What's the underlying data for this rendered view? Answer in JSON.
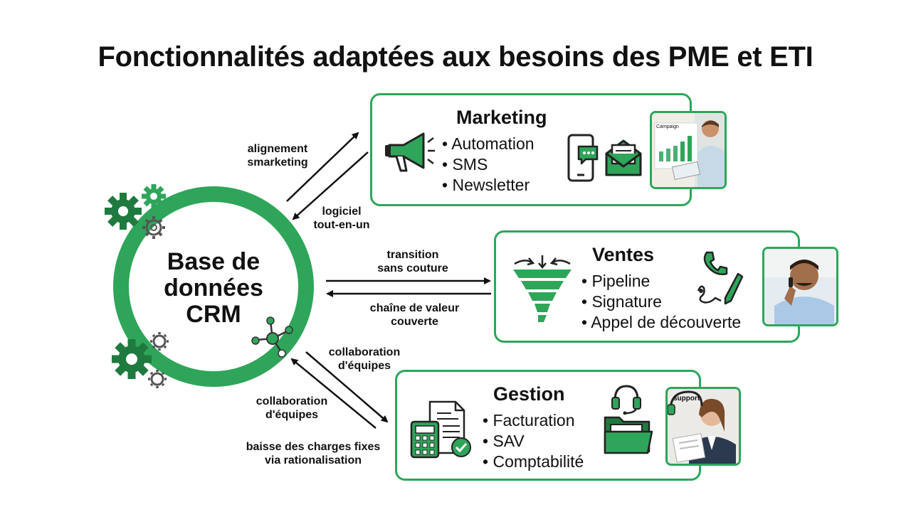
{
  "title": "Fonctionnalités adaptées aux besoins des PME et ETI",
  "crm": {
    "line1": "Base de",
    "line2": "données",
    "line3": "CRM"
  },
  "links": {
    "marketing_top": [
      "alignement",
      "smarketing"
    ],
    "marketing_bottom": [
      "logiciel",
      "tout-en-un"
    ],
    "ventes_top": [
      "transition",
      "sans couture"
    ],
    "ventes_bottom": [
      "chaîne de valeur",
      "couverte"
    ],
    "gestion_top": [
      "collaboration",
      "d'équipes"
    ],
    "gestion_left": [
      "collaboration",
      "d'équipes"
    ],
    "gestion_bottom": [
      "baisse des charges fixes",
      "via rationalisation"
    ]
  },
  "marketing": {
    "title": "Marketing",
    "items": [
      "Automation",
      "SMS",
      "Newsletter"
    ]
  },
  "ventes": {
    "title": "Ventes",
    "items": [
      "Pipeline",
      "Signature",
      "Appel de découverte"
    ]
  },
  "gestion": {
    "title": "Gestion",
    "items": [
      "Facturation",
      "SAV",
      "Comptabilité"
    ]
  },
  "photos": {
    "marketing_screen_title": "Campaign",
    "gestion_badge": "support"
  },
  "colors": {
    "accent": "#2fa55a",
    "accent_dark": "#1f7a3f",
    "text": "#111111"
  },
  "icons": {
    "marketing": [
      "megaphone-icon",
      "smartphone-chat-icon",
      "envelope-icon"
    ],
    "ventes": [
      "funnel-icon",
      "phone-icon",
      "pen-signature-icon"
    ],
    "gestion": [
      "invoice-calculator-icon",
      "headset-icon",
      "folder-icon"
    ],
    "crm": [
      "gear-icon",
      "network-icon"
    ]
  }
}
